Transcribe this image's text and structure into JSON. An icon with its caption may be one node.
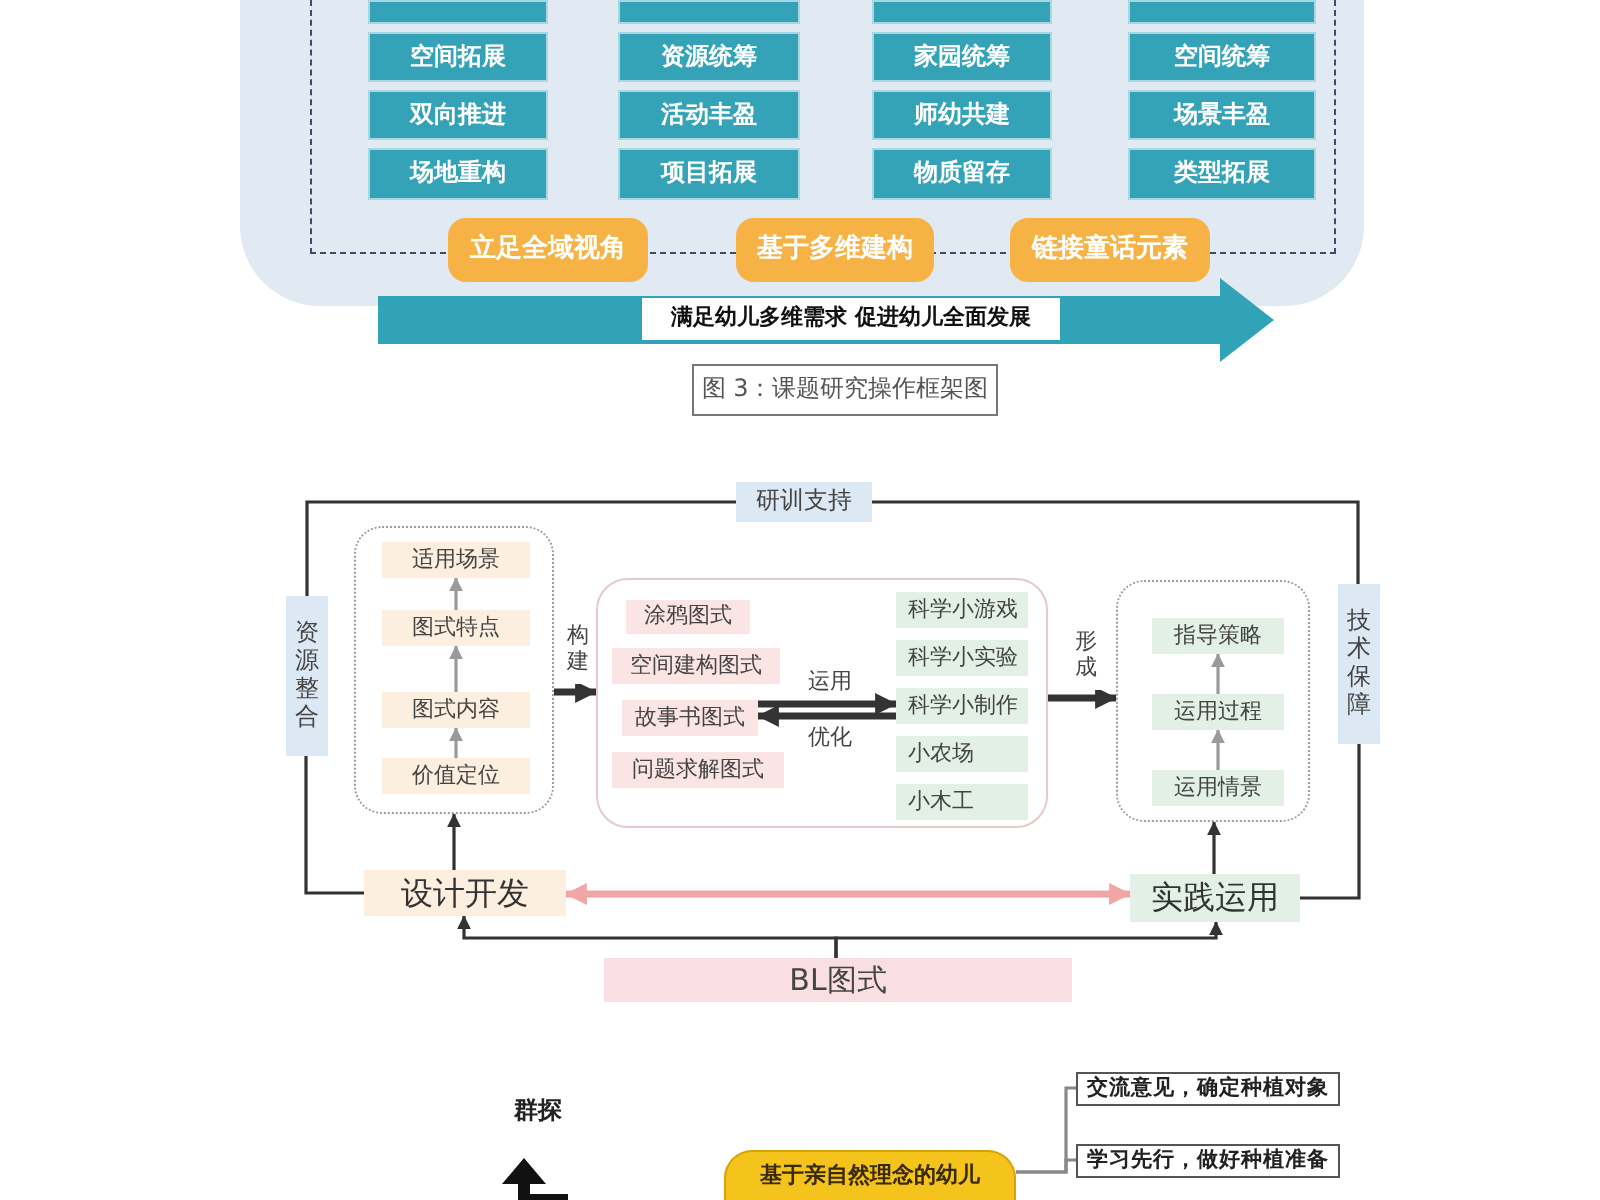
{
  "diagram": {
    "caption": "图 3：课题研究操作框架图",
    "nodes": [
      {
        "text": [],
        "shape": "box"
      },
      {
        "text": [],
        "shape": "box",
        "in": 0
      },
      {
        "text": [],
        "shape": "box",
        "in": 1
      },
      {
        "text": [],
        "shape": "box",
        "in": 1
      },
      {
        "text": [],
        "shape": "box",
        "in": 1
      },
      {
        "text": [],
        "shape": "box",
        "in": 1
      },
      {
        "text": [
          "空间拓展"
        ],
        "in": 1
      },
      {
        "text": [
          "资源统筹"
        ],
        "in": 1
      },
      {
        "text": [
          "家园统筹"
        ],
        "in": 1
      },
      {
        "text": [
          "空间统筹"
        ],
        "in": 1
      },
      {
        "text": [
          "双向推进"
        ],
        "in": 1
      },
      {
        "text": [
          "活动丰盈"
        ],
        "in": 1
      },
      {
        "text": [
          "师幼共建"
        ],
        "in": 1
      },
      {
        "text": [
          "场景丰盈"
        ],
        "in": 1
      },
      {
        "text": [
          "场地重构"
        ],
        "in": 1
      },
      {
        "text": [
          "项目拓展"
        ],
        "in": 1
      },
      {
        "text": [
          "物质留存"
        ],
        "in": 1
      },
      {
        "text": [
          "类型拓展"
        ],
        "in": 1
      },
      {
        "text": [
          "立足全域视角"
        ],
        "in": 0
      },
      {
        "text": [
          "基于多维建构"
        ],
        "in": 0
      },
      {
        "text": [
          "链接童话元素"
        ],
        "in": 0
      },
      {
        "text": [
          "满足幼儿多维需求 促进幼儿全面发展"
        ]
      },
      {
        "text": [
          "研训支持"
        ]
      },
      {
        "text": [
          "资源整合"
        ]
      },
      {
        "text": [
          "技术保障"
        ]
      },
      {
        "text": [],
        "shape": "box"
      },
      {
        "text": [
          "适用场景"
        ],
        "in": 25
      },
      {
        "text": [
          "图式特点"
        ],
        "in": 25
      },
      {
        "text": [
          "图式内容"
        ],
        "in": 25
      },
      {
        "text": [
          "价值定位"
        ],
        "in": 25
      },
      {
        "text": [],
        "shape": "box"
      },
      {
        "text": [
          "涂鸦图式"
        ],
        "in": 30
      },
      {
        "text": [
          "空间建构图式"
        ],
        "in": 30
      },
      {
        "text": [
          "故事书图式"
        ],
        "in": 30
      },
      {
        "text": [
          "问题求解图式"
        ],
        "in": 30
      },
      {
        "text": [
          "科学小游戏"
        ],
        "in": 30
      },
      {
        "text": [
          "科学小实验"
        ],
        "in": 30
      },
      {
        "text": [
          "科学小制作"
        ],
        "in": 30
      },
      {
        "text": [
          "小农场"
        ],
        "in": 30
      },
      {
        "text": [
          "小木工"
        ],
        "in": 30
      },
      {
        "text": [],
        "shape": "box"
      },
      {
        "text": [
          "指导策略"
        ],
        "in": 40
      },
      {
        "text": [
          "运用过程"
        ],
        "in": 40
      },
      {
        "text": [
          "运用情景"
        ],
        "in": 40
      },
      {
        "text": [
          "设计开发"
        ]
      },
      {
        "text": [
          "实践运用"
        ]
      },
      {
        "text": [
          "BL图式"
        ]
      },
      {
        "text": [
          "基于亲自然理念的幼儿"
        ]
      },
      {
        "text": [
          "交流意见，确定种植对象"
        ]
      },
      {
        "text": [
          "学习先行，做好种植准备"
        ]
      }
    ],
    "edges": [
      {
        "from": 29,
        "to": 28,
        "arrow": "to",
        "color": "#9a9a9a"
      },
      {
        "from": 28,
        "to": 27,
        "arrow": "to",
        "color": "#9a9a9a"
      },
      {
        "from": 27,
        "to": 26,
        "arrow": "to",
        "color": "#9a9a9a"
      },
      {
        "from": 25,
        "to": 30,
        "arrow": "to",
        "label": "构建",
        "style": "thick"
      },
      {
        "from": 33,
        "to": 37,
        "arrow": "to",
        "label": "运用",
        "style": "thick"
      },
      {
        "from": 37,
        "to": 33,
        "arrow": "to",
        "label": "优化",
        "style": "thick"
      },
      {
        "from": 30,
        "to": 40,
        "arrow": "to",
        "label": "形成",
        "style": "thick"
      },
      {
        "from": 43,
        "to": 42,
        "arrow": "to",
        "color": "#9a9a9a"
      },
      {
        "from": 42,
        "to": 41,
        "arrow": "to",
        "color": "#9a9a9a"
      },
      {
        "from": 44,
        "to": 25,
        "arrow": "to"
      },
      {
        "from": 45,
        "to": 40,
        "arrow": "to"
      },
      {
        "from": 44,
        "to": 45,
        "arrow": "both",
        "style": "thick",
        "color": "#f2a5a5"
      },
      {
        "from": 46,
        "to": 44,
        "arrow": "to"
      },
      {
        "from": 46,
        "to": 45,
        "arrow": "to"
      },
      {
        "from": 44,
        "to": 23,
        "arrow": "none"
      },
      {
        "from": 23,
        "to": 22,
        "arrow": "none"
      },
      {
        "from": 22,
        "to": 24,
        "arrow": "none"
      },
      {
        "from": 24,
        "to": 45,
        "arrow": "none"
      },
      {
        "from": 47,
        "to": 48,
        "arrow": "none",
        "color": "#888888"
      },
      {
        "from": 47,
        "to": 49,
        "arrow": "none",
        "color": "#888888"
      }
    ],
    "labels": [
      "群探"
    ]
  }
}
